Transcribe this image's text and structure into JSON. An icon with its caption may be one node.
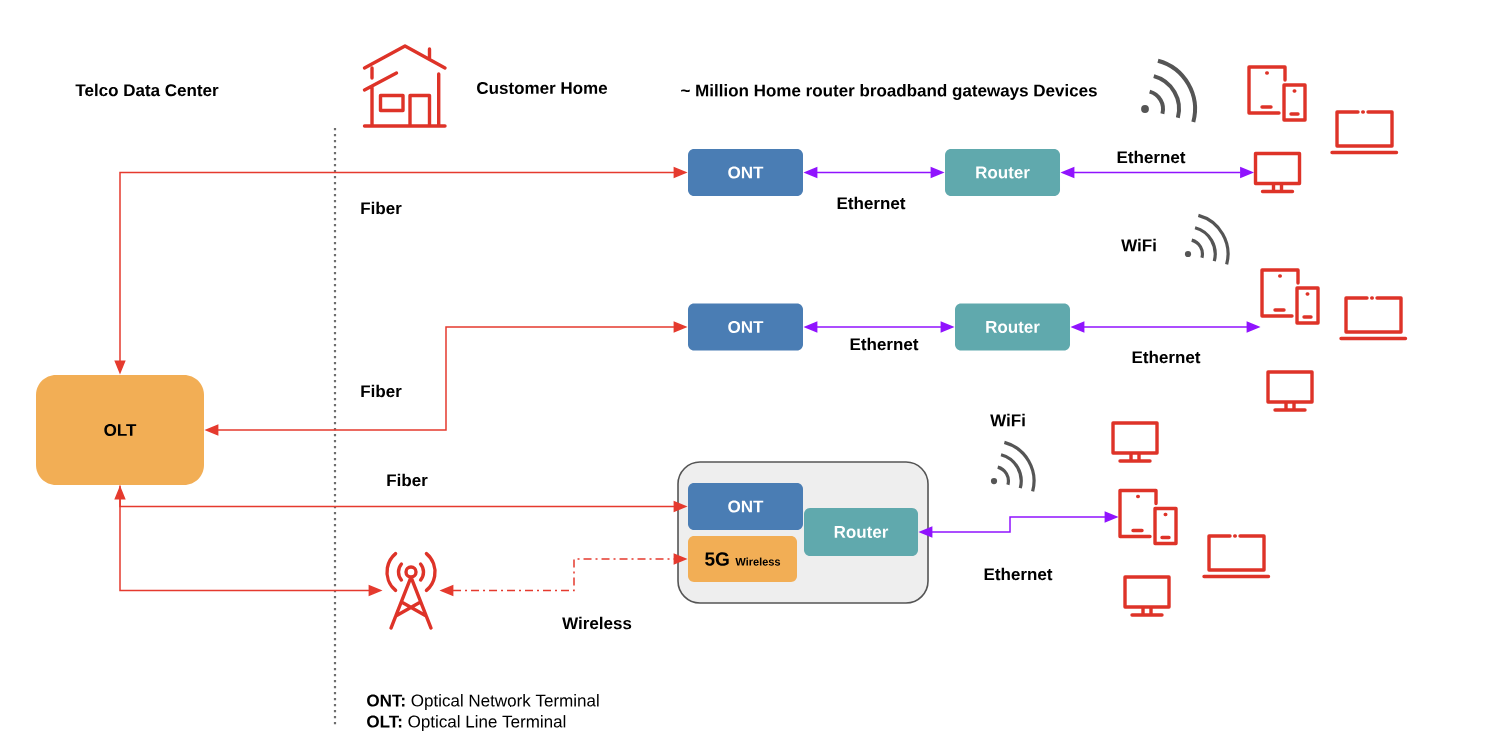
{
  "diagram": {
    "nodes": [
      {
        "text": [
          "OLT"
        ]
      },
      {
        "text": [
          "ONT"
        ]
      },
      {
        "text": [
          "Router"
        ]
      },
      {
        "text": [],
        "shape": "picture"
      },
      {
        "text": [
          "ONT"
        ]
      },
      {
        "text": [
          "Router"
        ]
      },
      {
        "text": [],
        "shape": "box"
      },
      {
        "text": [
          "ONT"
        ],
        "in": 6
      },
      {
        "text": [
          "5G",
          "Wireless"
        ],
        "in": 6
      },
      {
        "text": [
          "Router"
        ],
        "in": 6
      },
      {
        "text": [],
        "shape": "picture"
      },
      {
        "text": [],
        "shape": "picture"
      },
      {
        "text": [],
        "shape": "picture"
      }
    ],
    "edges": [
      {
        "from": 0,
        "to": 1,
        "arrow": "both",
        "label": "Fiber"
      },
      {
        "from": 0,
        "to": 4,
        "arrow": "both",
        "label": "Fiber"
      },
      {
        "from": 0,
        "to": 7,
        "arrow": "both",
        "label": "Fiber"
      },
      {
        "from": 0,
        "to": 11,
        "arrow": "to"
      },
      {
        "from": 1,
        "to": 2,
        "arrow": "both",
        "label": "Ethernet",
        "color": "#9013fe"
      },
      {
        "from": 2,
        "to": 3,
        "arrow": "both",
        "label": "Ethernet",
        "color": "#9013fe"
      },
      {
        "from": 4,
        "to": 5,
        "arrow": "both",
        "label": "Ethernet",
        "color": "#9013fe"
      },
      {
        "from": 5,
        "to": 12,
        "arrow": "both",
        "label": "Ethernet",
        "color": "#9013fe"
      },
      {
        "from": 11,
        "to": 8,
        "arrow": "both",
        "label": "Wireless",
        "style": "dashed"
      },
      {
        "from": 9,
        "to": 10,
        "arrow": "both",
        "label": "Ethernet",
        "color": "#9013fe"
      }
    ],
    "labels": [
      "Telco Data Center",
      "Customer Home",
      "~ Million Home router broadband gateways Devices",
      "WiFi",
      "WiFi",
      "**ONT:** Optical Network Terminal",
      "**OLT:** Optical Line Terminal"
    ]
  }
}
